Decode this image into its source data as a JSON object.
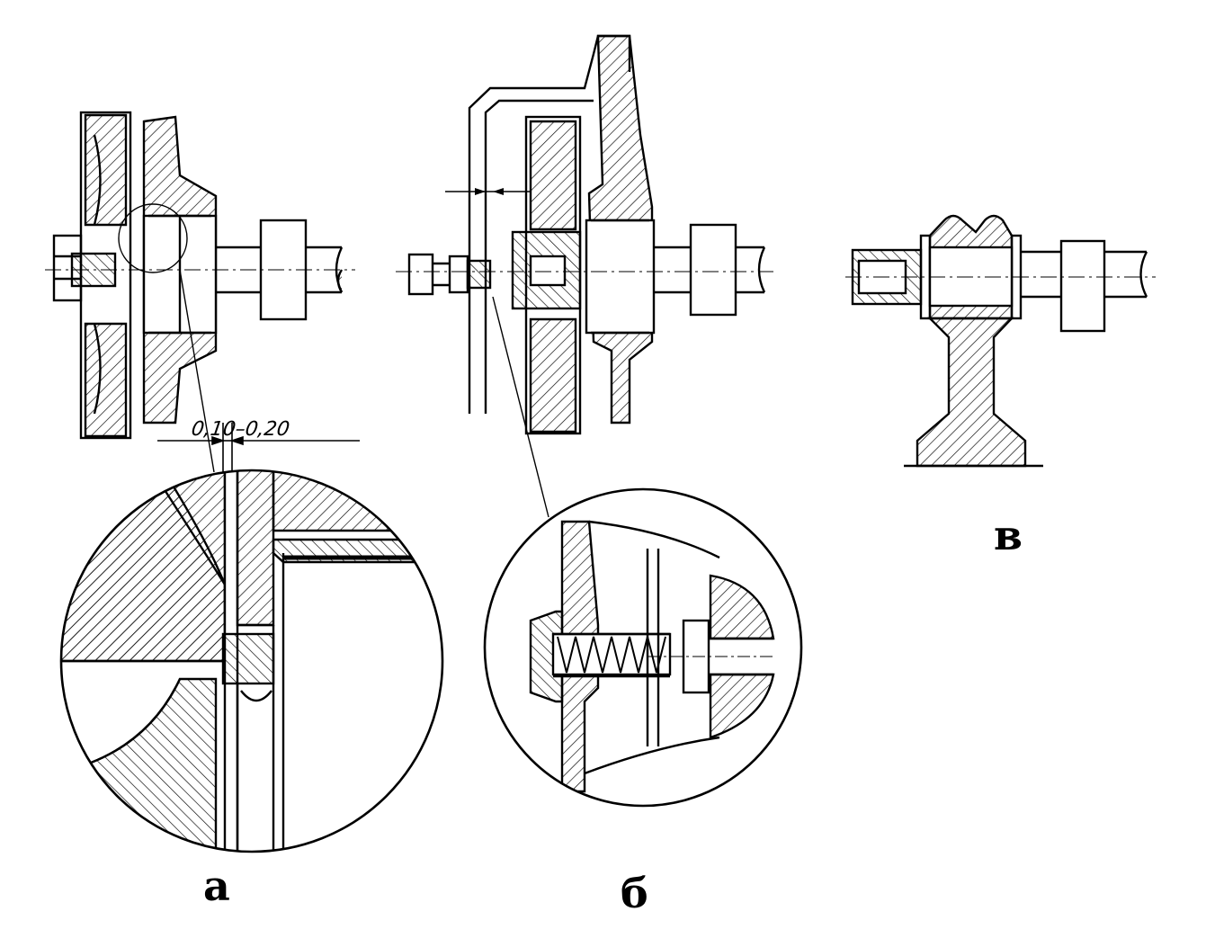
{
  "figure": {
    "dimension_text": "0,10–0,20",
    "labels": {
      "a": "а",
      "b": "б",
      "c": "в"
    }
  },
  "colors": {
    "ink": "#000000",
    "paper": "#ffffff"
  }
}
